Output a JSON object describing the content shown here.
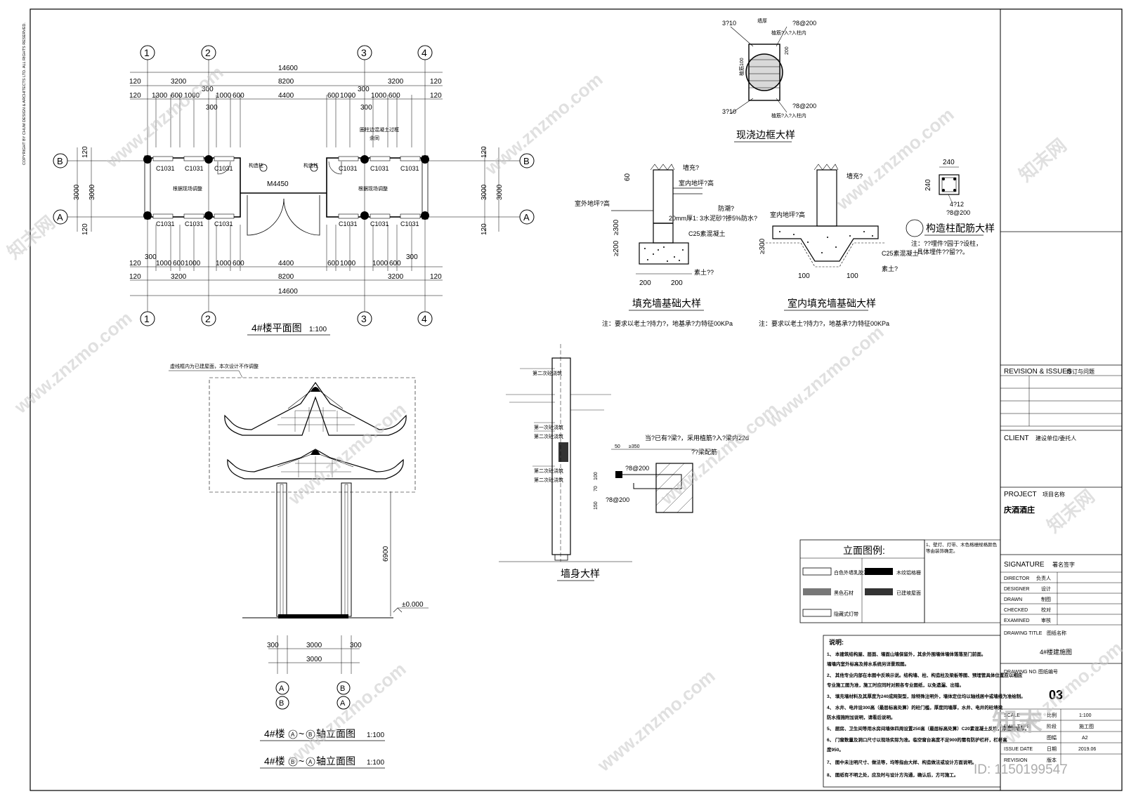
{
  "copyright_vertical": "COPYRIGHT BY CHUM DESIGN & ARCHITECTS LTD. ALL RIGHTS RESERVED.",
  "plan": {
    "title": "4#楼平面图",
    "scale": "1:100",
    "axes_top": [
      "1",
      "2",
      "3",
      "4"
    ],
    "axes_side": [
      "B",
      "A"
    ],
    "dims_total": "14600",
    "dims_row2": [
      "3200",
      "8200",
      "3200"
    ],
    "dims_row3": [
      "1300",
      "600",
      "1000",
      "300",
      "1000",
      "600",
      "4400",
      "600",
      "1000",
      "300",
      "1000",
      "600"
    ],
    "dims_bottom_row1": [
      "1000",
      "600",
      "1000",
      "1000",
      "600",
      "4400",
      "600",
      "1000",
      "1000",
      "600"
    ],
    "edge_120": "120",
    "side_dim": "3000",
    "door_label": "M4450",
    "window_label": "C1031",
    "note_top": "圈柱边混凝土过框",
    "note_top2": "余同",
    "construct_col": "构造柱",
    "room_label": "根据现场调整",
    "small_300": "300"
  },
  "frame_detail": {
    "title": "现浇边框大样",
    "lbl_310a": "3?10",
    "lbl_310b": "3?10",
    "lbl_8200a": "?8@200",
    "lbl_8200b": "?8@200",
    "lbl_wall": "墙厚",
    "lbl_anchor": "植筋?入?入柱内",
    "lbl_200": "200",
    "lbl_side": "植筋100"
  },
  "wall_foundation": {
    "title": "填充墙基础大样",
    "note": "注：要求以老土?持力?，地基承?力特征00KPa",
    "lbl_fill": "墙充?",
    "lbl_indoor": "室内地坪?高",
    "lbl_outdoor": "室外地坪?高",
    "lbl_dpc": "防潮?",
    "lbl_mortar": "20mm厚1: 3水泥砂?掺5%防水?",
    "lbl_concrete": "C25素混凝土",
    "lbl_soil": "素土??",
    "dims": [
      "60",
      "≥300",
      "≥200",
      "200",
      "200"
    ]
  },
  "indoor_foundation": {
    "title": "室内填充墙基础大样",
    "note": "注：要求以老土?持力?，地基承?力特征00KPa",
    "lbl_fill": "墙充?",
    "lbl_indoor": "室内地坪?高",
    "lbl_concrete": "C25素混凝土",
    "lbl_soil": "素土?",
    "dims": [
      "≥300",
      "100",
      "100"
    ]
  },
  "column_detail": {
    "title": "构造柱配筋大样",
    "dim": "240",
    "bars": "4?12",
    "stirrup": "?8@200",
    "note1": "注：??埋件?园于?设柱，",
    "note2": "具体埋件??留??。"
  },
  "elevation": {
    "title1_pre": "4#楼",
    "title1_mid": "~",
    "title1_a": "A",
    "title1_b": "B",
    "title1_suffix": "轴立面图",
    "title2_pre": "4#楼",
    "title2_mid": "~",
    "title2_a": "B",
    "title2_b": "A",
    "title2_suffix": "轴立面图",
    "scale": "1:100",
    "height": "6900",
    "level": "±0.000",
    "dims_row": [
      "300",
      "3000",
      "300"
    ],
    "dim_total": "3000",
    "note_dashed": "虚线框内为已建屋面，本次设计不作调整",
    "axes_left": [
      "A",
      "B"
    ],
    "axes_right": [
      "B",
      "A"
    ]
  },
  "wall_detail": {
    "title": "墙身大样",
    "beam_note": "当?已有?梁?，采用植筋?入?梁内22d",
    "beam_lbl": "??梁配筋",
    "lbl_350": "≥350",
    "lbl_8200": "?8@200",
    "lbl_50": "50",
    "dims_v": [
      "100",
      "70",
      "150"
    ],
    "small_labels": [
      "第二次砼浇筑",
      "第一次砼浇筑",
      "第二次砼浇筑",
      "第二次砼浇筑",
      "第二次砼浇筑"
    ]
  },
  "legend": {
    "title": "立面图例:",
    "items": [
      "白色外墙乳胶漆",
      "木纹铝格栅",
      "黑色石材",
      "已建坡屋面",
      "隐藏式灯带"
    ],
    "note": "1、壁灯、灯带、木色格栅规格颜色等由装饰确定。"
  },
  "notes": {
    "title": "说明:",
    "items": [
      "1、  本建筑结构屋、层面、墙面山墙保留外，其余外围墙体墙体落落至门前面。",
      "      墙墙内室外标高及排水系统另详景观图。",
      "2、  其他专业内部在本图中反映示说。结构墙、柱、构造柱及梁板等图、预埋管具体位置应以相应",
      "      专业施工图为准，施工时应同时对照各专业图纸，以免遗漏、出错。",
      "3、  填充墙材料及其厚度为240成网架型，除特殊注明外，墙体定位均以轴线居中或墙线为准绘制。",
      "4、  水井、电井设300高（最层标高处算）的砼门槛，厚度同墙厚，水井、电井的砼墙梁",
      "      防水措施附加说明，请看后说明。",
      "5、  厨房、卫生间等用水房间墙体四周设置250高（最层标高处算）C20素混凝土反坎，厚度同墙厚。",
      "6、  门窗数量及洞口尺寸以现场实际为准。临空窗台高度不足900的需有防护栏杆，栏杆高",
      "      度950。",
      "7、  图中未注明尺寸、做法等，均等指由大样、构造做法或设计方面说明。",
      "8、  图纸有不明之处，应及时与设计方沟通，确认后，方可施工。"
    ]
  },
  "titleblock": {
    "revision_en": "REVISION & ISSUES",
    "revision_cn": "修订与问题",
    "client_en": "CLIENT",
    "client_cn": "建设单位/委托人",
    "project_en": "PROJECT",
    "project_cn": "项目名称",
    "project_name": "庆酒酒庄",
    "signature_en": "SIGNATURE",
    "signature_cn": "署名签字",
    "roles": [
      {
        "en": "DIRECTOR",
        "cn": "负责人"
      },
      {
        "en": "DESIGNER",
        "cn": "设计"
      },
      {
        "en": "DRAWN",
        "cn": "制图"
      },
      {
        "en": "CHECKED",
        "cn": "校对"
      },
      {
        "en": "EXAMINED",
        "cn": "审核"
      }
    ],
    "drawing_title_en": "DRAWING TITLE",
    "drawing_title_cn": "图纸名称",
    "drawing_title": "4#楼建施图",
    "drawing_no_en": "DRAWING NO.",
    "drawing_no_cn": "图纸编号",
    "drawing_no": "03",
    "scale_en": "SCALE",
    "scale_cn": "比例",
    "scale": "1:100",
    "dwg_type_en": "DWG TYPE",
    "dwg_type_cn": "阶段",
    "dwg_type": "施工图",
    "size_cn": "图幅",
    "size": "A2",
    "issue_en": "ISSUE DATE",
    "issue_cn": "日期",
    "issue_date": "2019.06",
    "rev_en": "REVISION",
    "rev_cn": "版本"
  },
  "watermark": {
    "url": "www.znzmo.com",
    "brand": "知末网",
    "logo": "知末",
    "id": "ID: 1150199547"
  }
}
